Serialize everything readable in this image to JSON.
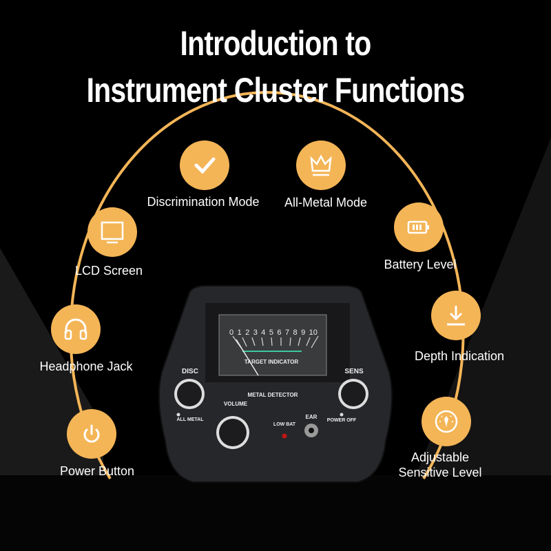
{
  "title": {
    "line1": "Introduction to",
    "line2": "Instrument Cluster Functions"
  },
  "accent": "#F4B557",
  "features": [
    {
      "label": "Discrimination Mode",
      "icon": "checkmark-icon"
    },
    {
      "label": "All-Metal Mode",
      "icon": "crown-icon"
    },
    {
      "label": "LCD Screen",
      "icon": "monitor-icon"
    },
    {
      "label": "Battery Level",
      "icon": "battery-icon"
    },
    {
      "label": "Headphone Jack",
      "icon": "headphones-icon"
    },
    {
      "label": "Depth Indication",
      "icon": "download-icon"
    },
    {
      "label": "Power Button",
      "icon": "power-icon"
    },
    {
      "label": "Adjustable Sensitive Level",
      "icon": "gauge-icon"
    }
  ],
  "device": {
    "scale": [
      "0",
      "1",
      "2",
      "3",
      "4",
      "5",
      "6",
      "7",
      "8",
      "9",
      "10"
    ],
    "meter_label": "TARGET INDICATOR",
    "disc": "DISC",
    "all_metal": "ALL METAL",
    "sens": "SENS",
    "power_off": "POWER OFF",
    "brand": "METAL DETECTOR",
    "volume": "VOLUME",
    "low_bat": "LOW BAT",
    "ear": "EAR"
  }
}
